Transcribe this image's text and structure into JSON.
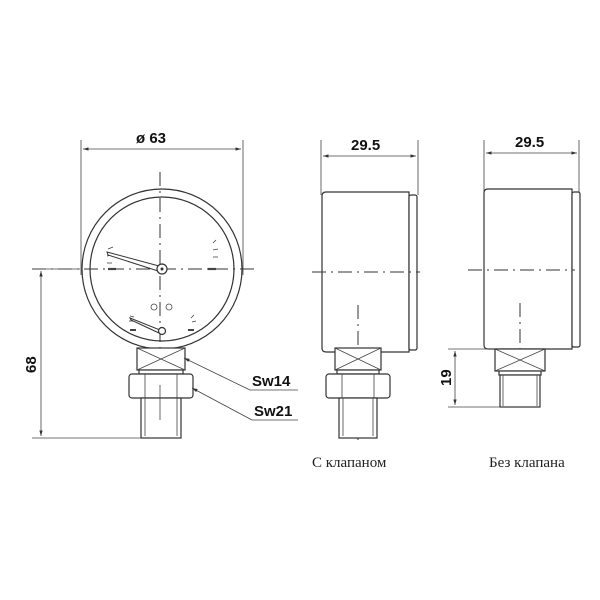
{
  "front_view": {
    "diameter_label": "ø 63",
    "height_label": "68",
    "callouts": [
      {
        "label": "Sw14"
      },
      {
        "label": "Sw21"
      }
    ]
  },
  "side_view_with_valve": {
    "depth_label": "29.5",
    "caption": "С клапаном"
  },
  "side_view_without_valve": {
    "depth_label": "29.5",
    "fitting_height_label": "19",
    "caption": "Без клапана"
  },
  "colors": {
    "line": "#333333",
    "background": "#ffffff"
  }
}
